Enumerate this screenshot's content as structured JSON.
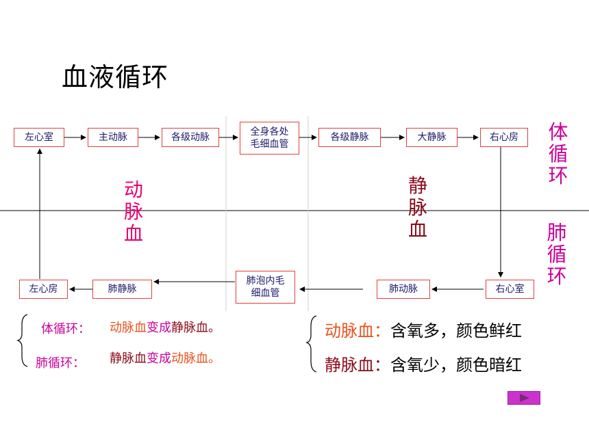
{
  "title": "血液循环",
  "boxes": {
    "lv": "左心室",
    "aorta": "主动脉",
    "arteries": "各级动脉",
    "capillaries": "全身各处\n毛细血管",
    "veins": "各级静脉",
    "vena_cava": "大静脉",
    "ra": "右心房",
    "la": "左心房",
    "pulm_vein": "肺静脉",
    "alveoli_cap": "肺泡内毛\n细血管",
    "pulm_artery": "肺动脉",
    "rv": "右心室"
  },
  "labels": {
    "arterial": "动脉血",
    "venous": "静脉血",
    "systemic": "体循环",
    "pulmonary": "肺循环"
  },
  "notes": {
    "systemic_name": "体循环：",
    "systemic_text": [
      "动脉血",
      "变成",
      "静脉血。"
    ],
    "pulmonary_name": "肺循环：",
    "pulmonary_text": [
      "静脉血",
      "变成",
      "动脉血。"
    ],
    "arterial_name": "动脉血：",
    "arterial_desc": "含氧多，颜色鲜红",
    "venous_name": "静脉血：",
    "venous_desc": "含氧少，颜色暗红"
  },
  "colors": {
    "magenta": "#cc0099",
    "pink": "#e8006e",
    "maroon": "#8b0a1a",
    "orange": "#e8521c",
    "play_button": "#cc33cc"
  },
  "icons": {
    "play": "play-triangle-icon"
  }
}
